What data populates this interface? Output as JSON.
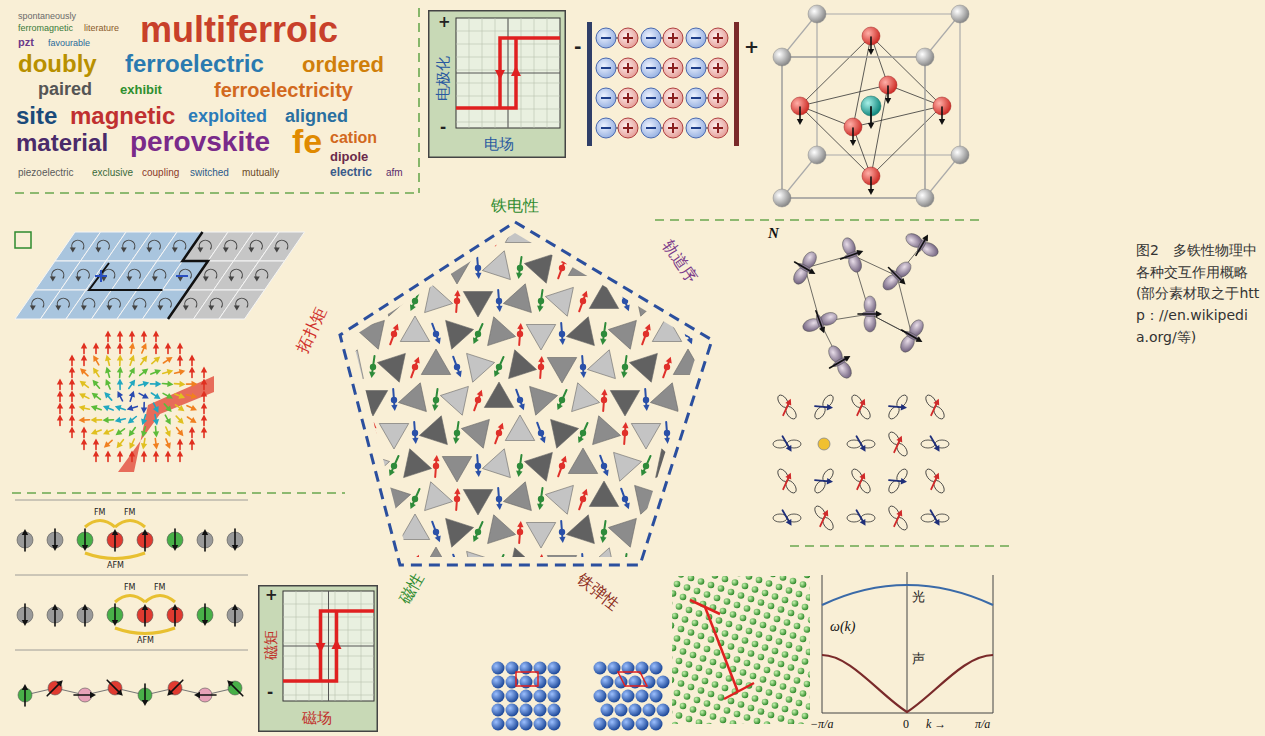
{
  "diagram": {
    "caption": "图2　多铁性物理中各种交互作用概略(部分素材取之于http：//en.wikipedia.org/等)",
    "nodes": [
      {
        "text": [
          "+",
          "-",
          "电极化",
          "电场"
        ]
      },
      {
        "text": [
          "铁电性",
          "轨道序",
          "铁弹性",
          "磁性",
          "拓扑矩"
        ]
      },
      {
        "text": [
          "+",
          "-",
          "磁矩",
          "磁场"
        ]
      }
    ],
    "labels": [
      "multiferroic",
      "doubly",
      "ferroelectric",
      "ordered",
      "paired",
      "exhibit",
      "ferroelectricity",
      "site",
      "magnetic",
      "exploited",
      "aligned",
      "material",
      "perovskite",
      "fe",
      "cation",
      "dipole",
      "electric",
      "spontaneously",
      "ferromagnetic",
      "literature",
      "pzt",
      "favourable",
      "piezoelectric",
      "exclusive",
      "coupling",
      "switched",
      "mutually",
      "afm",
      "-",
      "+",
      "N",
      "FM",
      "FM",
      "AFM",
      "FM",
      "FM",
      "AFM",
      "ω(k)",
      "光",
      "声",
      "−π/a",
      "0",
      "k →",
      "π/a"
    ]
  }
}
